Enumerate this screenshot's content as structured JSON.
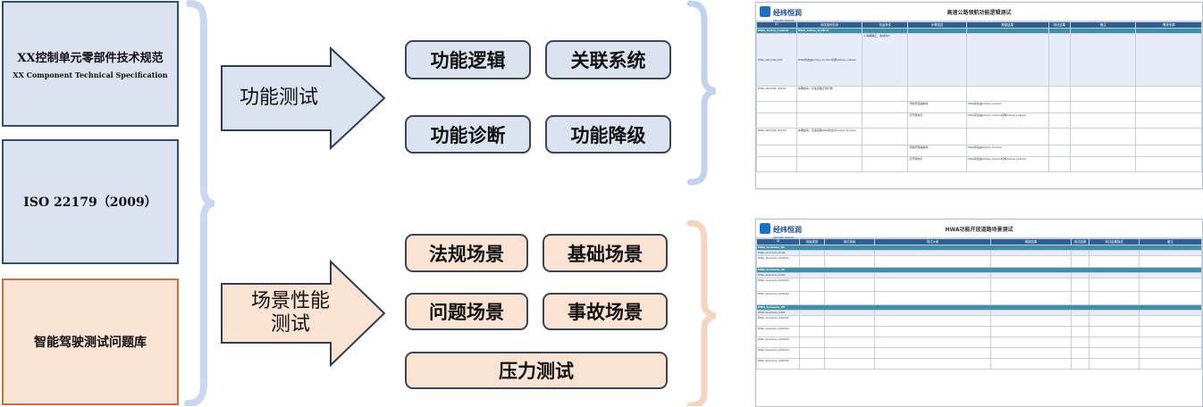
{
  "sources": {
    "spec": {
      "title": "XX控制单元零部件技术规范",
      "subtitle": "XX Component Technical Specification"
    },
    "iso": {
      "title": "ISO 22179（2009）"
    },
    "library": {
      "title": "智能驾驶测试问题库"
    }
  },
  "arrows": {
    "functional": {
      "label": "功能测试"
    },
    "scenario": {
      "label": "场景性能\n测试"
    }
  },
  "functional_items": [
    "功能逻辑",
    "关联系统",
    "功能诊断",
    "功能降级"
  ],
  "scenario_items": [
    "法规场景",
    "基础场景",
    "问题场景",
    "事故场景",
    "压力测试"
  ],
  "colors": {
    "blue_fill": "#dbe3f1",
    "peach_fill": "#fbe3d4",
    "blue_bracket": "#a9bfe0",
    "peach_bracket": "#f2c7ae"
  },
  "doc1": {
    "logo": "经纬恒润",
    "logo_en": "JINGWEI HIRAIN",
    "title": "高速公路领航功能逻辑测试",
    "headers": [
      "ID",
      "测试用例名称",
      "初始条件",
      "步骤描述",
      "期望结果",
      "测试结果",
      "备注",
      "需求来源"
    ],
    "group": [
      "HWA_Active_Control",
      "HWA_Active_Control"
    ],
    "rows": [
      [
        "HWA_Worklist_001",
        "HWA状态由Active_Control切换Active_Lateral",
        "1.车辆静止，车速为0",
        "",
        "",
        "",
        "",
        ""
      ],
      [
        "HWA_Worklist_00101",
        "车辆启动，高速道路正常行驶",
        "",
        "",
        "",
        "",
        "",
        ""
      ],
      [
        "",
        "",
        "",
        "驾驶员轻踩制动",
        "HWA状态由Active_Control",
        "",
        "",
        ""
      ],
      [
        "",
        "",
        "",
        "打开转向灯",
        "HWA状态由Active_Control切换Active_Lateral",
        "",
        "",
        ""
      ],
      [
        "HWA_Worklist_00102",
        "车辆启动，高速道路HWA状态为Active_Control",
        "",
        "",
        "",
        "",
        "",
        ""
      ],
      [
        "",
        "",
        "",
        "驾驶员轻踩制动",
        "HWA状态由Active_Control",
        "",
        "",
        ""
      ],
      [
        "",
        "",
        "",
        "打开转向灯",
        "HWA状态由Active_Control切换Active_Lateral",
        "",
        "",
        ""
      ]
    ]
  },
  "doc2": {
    "logo": "经纬恒润",
    "logo_en": "JINGWEI HIRAIN",
    "title": "HWA功能开放道路场景测试",
    "headers": [
      "ID",
      "场景类型",
      "测试场景",
      "测试大纲",
      "期望结果",
      "测试结果",
      "测试结果描述",
      "备注"
    ],
    "groups": [
      "HWA_Scenario_01",
      "HWA_Scenario_02",
      "HWA_Scenario_03"
    ],
    "rows1": [
      "HWA_Scenario_0101",
      "HWA_Scenario_010101"
    ],
    "rows2": [
      "HWA_Scenario_0201",
      "HWA_Scenario_020101",
      "HWA_Scenario_020102"
    ],
    "rows3": [
      "HWA_Scenario_0301",
      "HWA_Scenario_030101",
      "HWA_Scenario_030102",
      "HWA_Scenario_030103",
      "HWA_Scenario_030104",
      "HWA_Scenario_030105"
    ]
  }
}
